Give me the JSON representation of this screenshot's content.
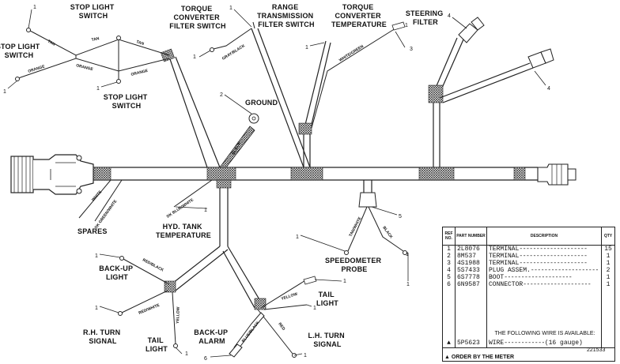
{
  "labels": {
    "stop_light_switch_top": [
      "STOP LIGHT",
      "SWITCH"
    ],
    "stop_light_switch_left": [
      "STOP LIGHT",
      "SWITCH"
    ],
    "stop_light_switch_bottom": [
      "STOP LIGHT",
      "SWITCH"
    ],
    "torque_converter_filter_switch": [
      "TORQUE",
      "CONVERTER",
      "FILTER SWITCH"
    ],
    "range_transmission_filter_switch": [
      "RANGE",
      "TRANSMISSION",
      "FILTER SWITCH"
    ],
    "torque_converter_temperature": [
      "TORQUE",
      "CONVERTER",
      "TEMPERATURE"
    ],
    "steering_filter": [
      "STEERING",
      "FILTER"
    ],
    "ground": "GROUND",
    "spares": "SPARES",
    "hyd_tank_temperature": [
      "HYD. TANK",
      "TEMPERATURE"
    ],
    "speedometer_probe": [
      "SPEEDOMETER",
      "PROBE"
    ],
    "back_up_light": [
      "BACK-UP",
      "LIGHT"
    ],
    "tail_light_right": [
      "TAIL",
      "LIGHT"
    ],
    "rh_turn_signal": [
      "R.H. TURN",
      "SIGNAL"
    ],
    "tail_light_bottom": [
      "TAIL",
      "LIGHT"
    ],
    "back_up_alarm": [
      "BACK-UP",
      "ALARM"
    ],
    "lh_turn_signal": [
      "L.H. TURN",
      "SIGNAL"
    ]
  },
  "wire_colors": {
    "tan_1": "TAN",
    "tan_2": "TAN",
    "tan_3": "TAN",
    "orange_1": "ORANGE",
    "orange_2": "ORANGE",
    "orange_3": "ORANGE",
    "gray_black": "GRAY/BLACK",
    "white_green": "WHITE/GREEN",
    "black_ground": "BLACK",
    "white_spare": "WHITE",
    "dk_green_white": "DK GREEN/WHITE",
    "dk_blue_white": "DK BLUE/WHITE",
    "tan_white": "TAN/WHITE",
    "black_speedo": "BLACK",
    "red_black": "RED/BLACK",
    "red_white": "RED/WHITE",
    "yellow_1": "YELLOW",
    "yellow_2": "YELLOW",
    "blue_black": "BLUE/BLACK",
    "red": "RED"
  },
  "callouts": [
    "1",
    "1",
    "1",
    "1",
    "1",
    "1",
    "1",
    "1",
    "1",
    "1",
    "1",
    "1",
    "1",
    "1",
    "1",
    "1",
    "1",
    "2",
    "3",
    "4",
    "4",
    "5",
    "6"
  ],
  "parts_table": {
    "headers": {
      "ref_no": "REF NO.",
      "part_number": "PART NUMBER",
      "description": "DESCRIPTION",
      "qty": "QTY"
    },
    "rows": [
      {
        "ref": "1",
        "part": "2L8076",
        "desc": "TERMINAL",
        "qty": "15"
      },
      {
        "ref": "2",
        "part": "8M537",
        "desc": "TERMINAL",
        "qty": "1"
      },
      {
        "ref": "3",
        "part": "4S1988",
        "desc": "TERMINAL",
        "qty": "1"
      },
      {
        "ref": "4",
        "part": "5S7433",
        "desc": "PLUG ASSEM.",
        "qty": "2"
      },
      {
        "ref": "5",
        "part": "6S7778",
        "desc": "BOOT",
        "qty": "1"
      },
      {
        "ref": "6",
        "part": "6N9587",
        "desc": "CONNECTOR",
        "qty": "1"
      }
    ],
    "note": "THE FOLLOWING WIRE IS AVAILABLE:",
    "wire_row": {
      "ref": "▲",
      "part": "5P5623",
      "desc": "WIRE",
      "gauge": "(16 gauge)"
    }
  },
  "footer_note": "▲ ORDER BY THE METER",
  "drawing_number": "221533"
}
